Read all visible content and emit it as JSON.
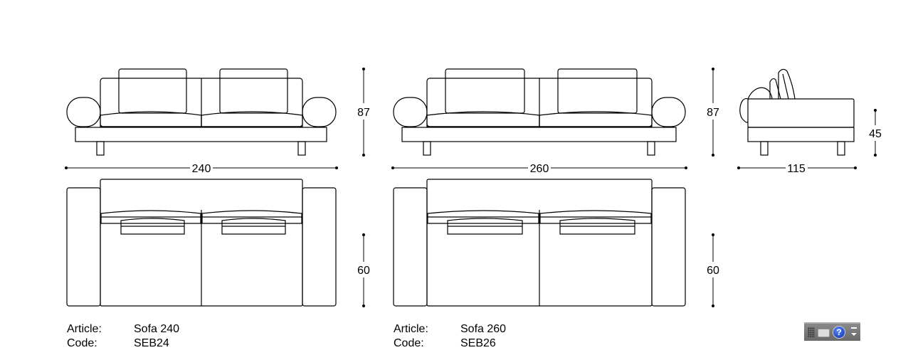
{
  "sofas": [
    {
      "article_label": "Article:",
      "article": "Sofa 240",
      "code_label": "Code:",
      "code": "SEB24",
      "width_dim": "240",
      "height_dim": "87",
      "depth_dim": "60"
    },
    {
      "article_label": "Article:",
      "article": "Sofa 260",
      "code_label": "Code:",
      "code": "SEB26",
      "width_dim": "260",
      "height_dim": "87",
      "depth_dim": "60"
    }
  ],
  "side_view": {
    "depth_dim": "115",
    "seat_height_dim": "45"
  },
  "toolbar": {
    "icons": [
      "grid-icon",
      "keyboard-icon",
      "help-icon",
      "minimize-icon",
      "dropdown-icon"
    ],
    "help_glyph": "?"
  }
}
